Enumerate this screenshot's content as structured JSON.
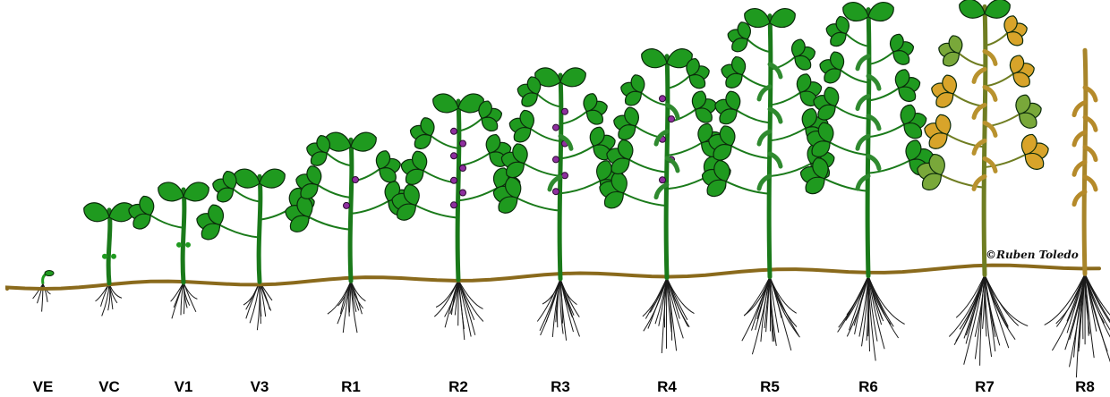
{
  "diagram": {
    "stages": [
      {
        "label": "VE",
        "leaves": 0,
        "flowers": 0,
        "pods": 0,
        "foliage": "green"
      },
      {
        "label": "VC",
        "leaves": 1,
        "flowers": 0,
        "pods": 0,
        "foliage": "green"
      },
      {
        "label": "V1",
        "leaves": 2,
        "flowers": 0,
        "pods": 0,
        "foliage": "green"
      },
      {
        "label": "V3",
        "leaves": 4,
        "flowers": 0,
        "pods": 0,
        "foliage": "green"
      },
      {
        "label": "R1",
        "leaves": 6,
        "flowers": 2,
        "pods": 0,
        "foliage": "green"
      },
      {
        "label": "R2",
        "leaves": 7,
        "flowers": 7,
        "pods": 0,
        "foliage": "green"
      },
      {
        "label": "R3",
        "leaves": 8,
        "flowers": 6,
        "pods": 2,
        "foliage": "green"
      },
      {
        "label": "R4",
        "leaves": 9,
        "flowers": 5,
        "pods": 4,
        "foliage": "green"
      },
      {
        "label": "R5",
        "leaves": 10,
        "flowers": 0,
        "pods": 6,
        "foliage": "green"
      },
      {
        "label": "R6",
        "leaves": 10,
        "flowers": 0,
        "pods": 7,
        "foliage": "green"
      },
      {
        "label": "R7",
        "leaves": 9,
        "flowers": 0,
        "pods": 8,
        "foliage": "mixed"
      },
      {
        "label": "R8",
        "leaves": 0,
        "flowers": 0,
        "pods": 8,
        "foliage": "dry"
      }
    ],
    "credit": "©Ruben Toledo",
    "colors": {
      "leaf": "#1f9a1f",
      "leaf_outline": "#0b2a0b",
      "flower": "#8e2f9e",
      "soil": "#8a6a1c",
      "root": "#1a1a1a",
      "yellow_leaf": "#d8a42a",
      "olive_leaf": "#79a83a",
      "dry_stem": "#a8852a"
    }
  }
}
